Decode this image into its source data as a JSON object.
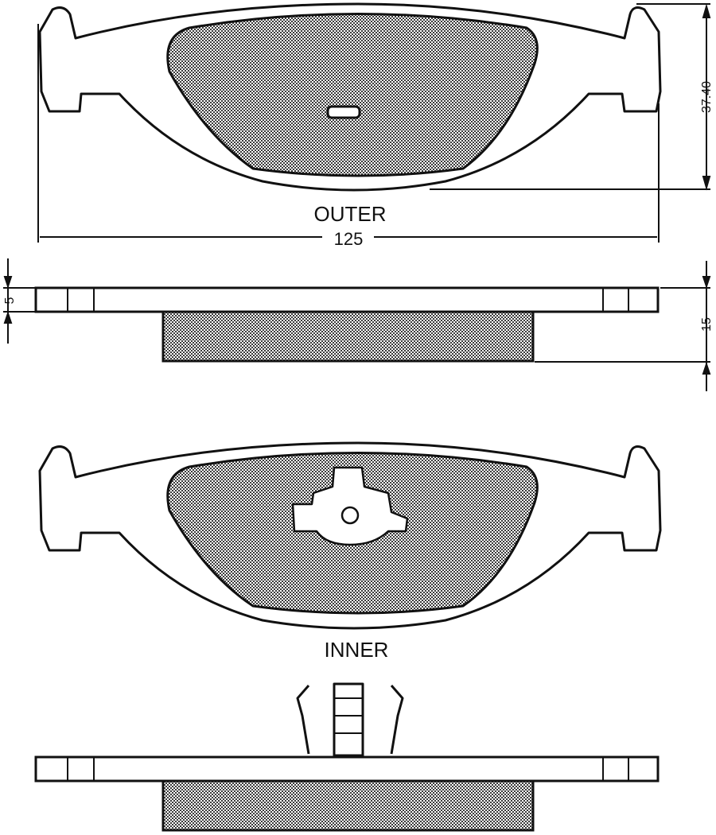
{
  "labels": {
    "outer": "OUTER",
    "inner": "INNER"
  },
  "dimensions": {
    "width": "125",
    "height": "37.40",
    "thickness_total": "15",
    "thickness_plate": "5"
  },
  "colors": {
    "line": "#111111",
    "background": "#ffffff",
    "friction_fill": "#555555"
  }
}
